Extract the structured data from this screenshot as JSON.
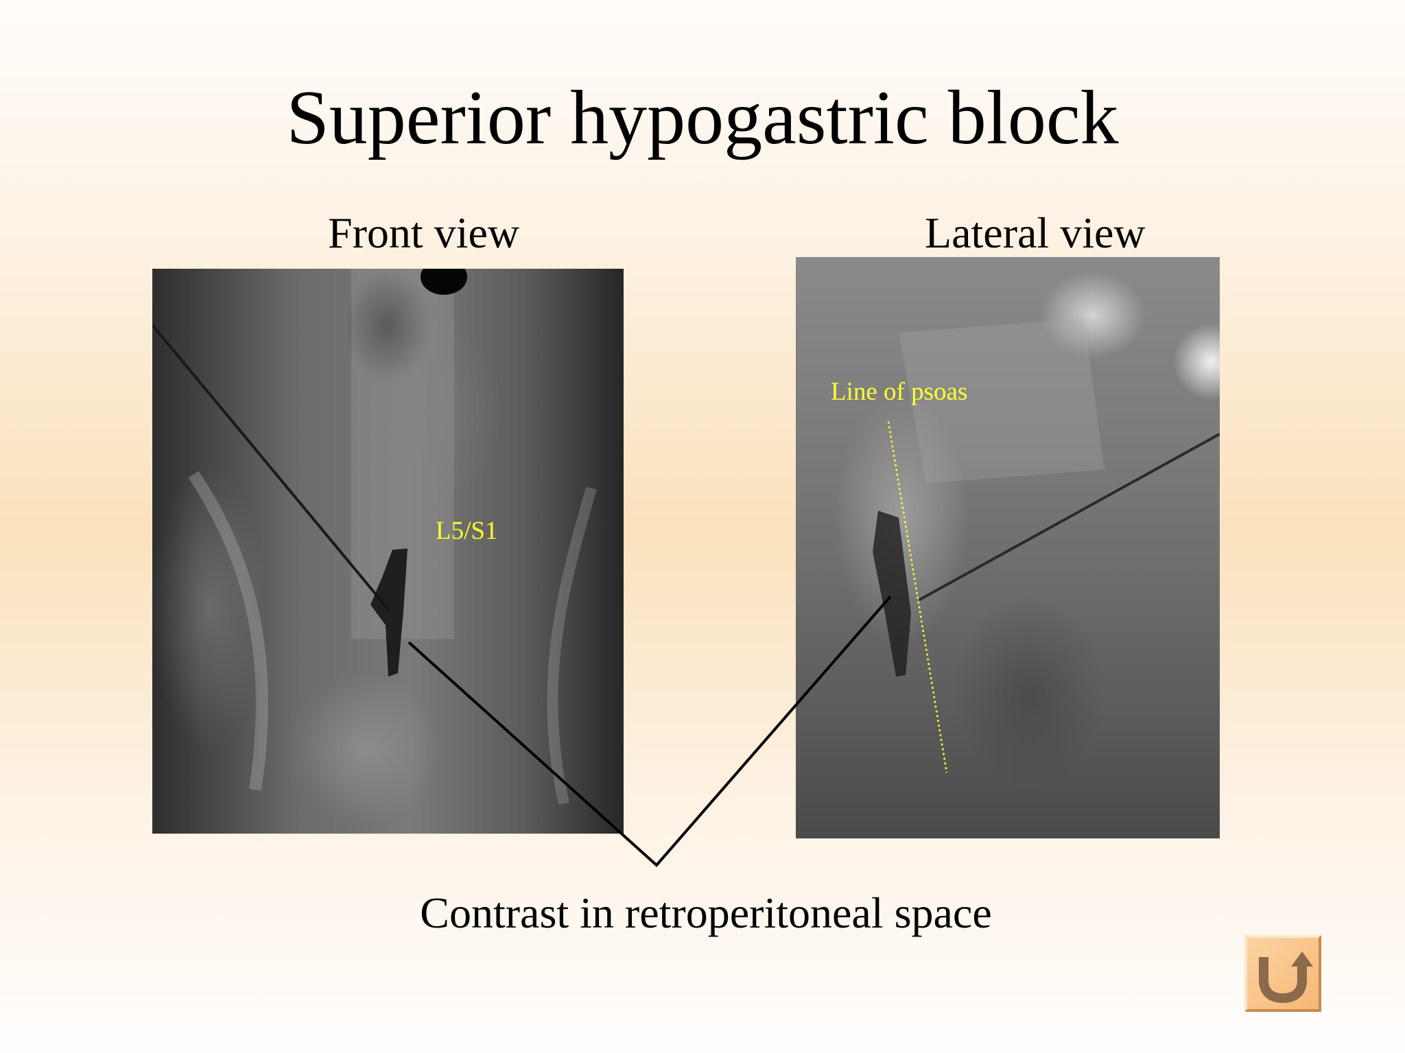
{
  "slide": {
    "title": "Superior hypogastric block",
    "front_label": "Front view",
    "lateral_label": "Lateral view",
    "front_annotation": "L5/S1",
    "lateral_annotation": "Line of psoas",
    "caption": "Contrast in retroperitoneal space"
  },
  "icons": {
    "return": "return-arrow-icon"
  },
  "colors": {
    "annotation": "#ffff33",
    "background_warm": "#fbe2bd",
    "button": "#f6b777"
  }
}
